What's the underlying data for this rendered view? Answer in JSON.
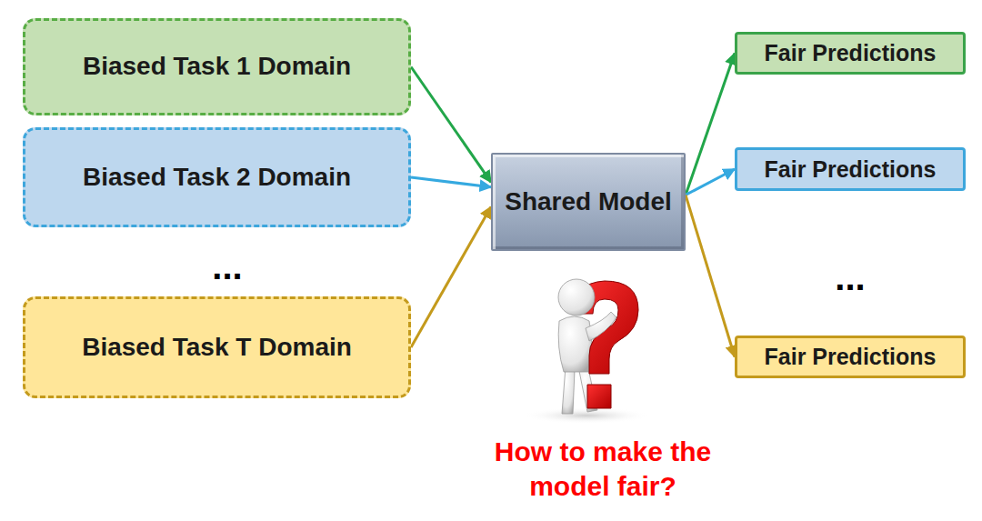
{
  "diagram": {
    "nodes": [
      {
        "text": [
          "Biased Task 1 Domain"
        ]
      },
      {
        "text": [
          "Biased Task 2 Domain"
        ]
      },
      {
        "text": [
          "Biased Task T Domain"
        ]
      },
      {
        "text": [
          "Shared Model"
        ]
      },
      {
        "text": [
          "Fair Predictions"
        ]
      },
      {
        "text": [
          "Fair Predictions"
        ]
      },
      {
        "text": [
          "Fair Predictions"
        ]
      }
    ],
    "edges": [
      {
        "from": 0,
        "to": 3,
        "arrow": "to"
      },
      {
        "from": 1,
        "to": 3,
        "arrow": "to"
      },
      {
        "from": 2,
        "to": 3,
        "arrow": "to"
      },
      {
        "from": 3,
        "to": 4,
        "arrow": "to"
      },
      {
        "from": 3,
        "to": 5,
        "arrow": "to"
      },
      {
        "from": 3,
        "to": 6,
        "arrow": "to"
      }
    ],
    "labels": [
      "...",
      "...",
      "How to make the model fair?"
    ]
  }
}
